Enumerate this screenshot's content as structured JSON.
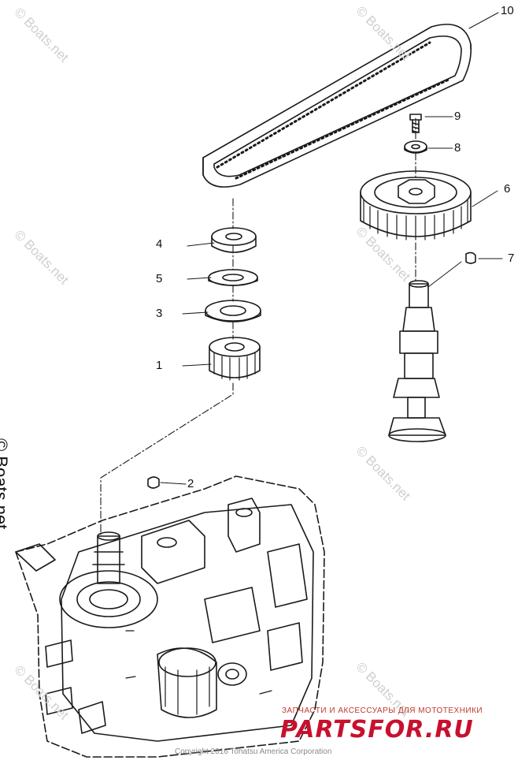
{
  "callouts": {
    "c1": "1",
    "c2": "2",
    "c3": "3",
    "c4": "4",
    "c5": "5",
    "c6": "6",
    "c7": "7",
    "c8": "8",
    "c9": "9",
    "c10": "10"
  },
  "watermark": "© Boats.net",
  "footer": {
    "promo_text": "ЗАПЧАСТИ И АКСЕССУАРЫ ДЛЯ МОТОТЕХНИКИ",
    "brand": "PARTSFOR.RU",
    "copyright": "Copyright 2016 Tohatsu America Corporation"
  },
  "colors": {
    "line": "#1a1a1a",
    "watermark": "#cfcfcf",
    "brand": "#c8102e"
  }
}
